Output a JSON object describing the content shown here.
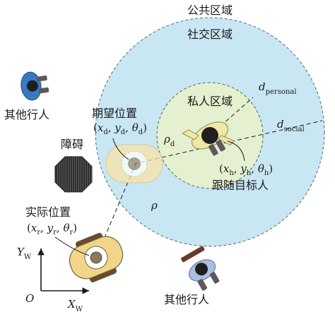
{
  "zones": {
    "public": "公共区域",
    "social": "社交区域",
    "personal": "私人区域"
  },
  "labels": {
    "other_person_left": "其他行人",
    "other_person_bottom": "其他行人",
    "desired_position": "期望位置",
    "obstacle": "障碍",
    "actual_position": "实际位置",
    "target_person": "跟随目标人"
  },
  "math": {
    "desired_pose": {
      "open": "(",
      "x": "x",
      "x_sub": "d",
      "y": "y",
      "y_sub": "d",
      "theta": "θ",
      "theta_sub": "d",
      "close": ")"
    },
    "actual_pose": {
      "open": "(",
      "x": "x",
      "x_sub": "r",
      "y": "y",
      "y_sub": "r",
      "theta": "θ",
      "theta_sub": "r",
      "close": ")"
    },
    "target_pose": {
      "open": "(",
      "x": "x",
      "x_sub": "h",
      "y": "y",
      "y_sub": "h",
      "theta": "θ",
      "theta_sub": "h",
      "close": ")"
    },
    "d_personal": {
      "sym": "d",
      "sub": "personal"
    },
    "d_social": {
      "sym": "d",
      "sub": "social"
    },
    "rho_d": {
      "sym": "ρ",
      "sub": "d"
    },
    "rho": {
      "sym": "ρ"
    },
    "axes": {
      "origin": "O",
      "y": "Y",
      "y_sub": "W",
      "x": "X",
      "x_sub": "W"
    }
  },
  "colors": {
    "public_zone_fill": "#ffffff",
    "social_zone_fill": "#c9e6f3",
    "personal_zone_fill": "#e4f0cf",
    "robot_body": "#f3d58a",
    "robot_wheel": "#6b4a2e",
    "obstacle": "#2f2f2f",
    "person_shirt_blue": "#3a78c2",
    "target_shirt": "#efe7a4"
  }
}
